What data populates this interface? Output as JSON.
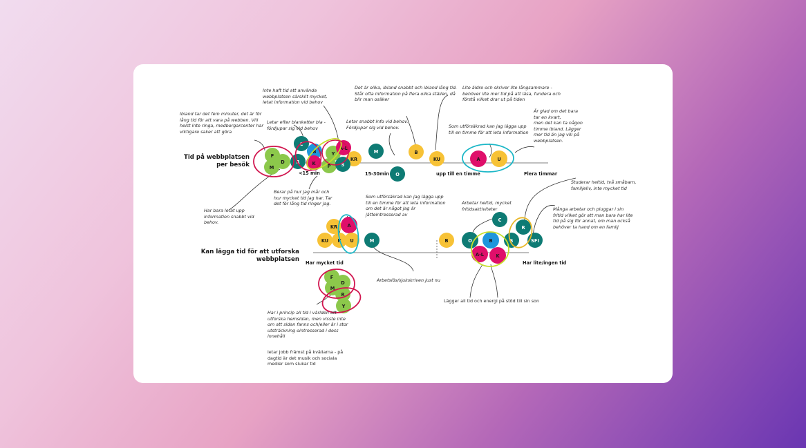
{
  "colors": {
    "green": "#8cc84b",
    "teal": "#0e7b74",
    "magenta": "#df0f6a",
    "yellow": "#f7c236",
    "blue": "#1e96dc",
    "ring_red": "#d1164f",
    "ring_lime": "#c7df2b",
    "ring_cyan": "#1cb7c7",
    "ring_gold": "#e8b82a"
  },
  "diagram": {
    "top": {
      "title": "Tid på webbplatsen\nper besök",
      "labels": {
        "lt15": "<15 min",
        "m15_30": "15-30min",
        "upp_till_timme": "upp till en timme",
        "flera_timmar": "Flera timmar"
      },
      "notes": {
        "n1": "Inte haft tid att använda\nwebbplatsen särskilt mycket,\nletat information vid behov",
        "n2": "Ibland tar det fem minuter, det är för\nlång tid för att vara på webben. Vill\nhelst inte ringa, medborgarcenter har\nviktigare saker att göra",
        "n3": "Letar efter blanketter bla -\nfördjupar sig vid behov",
        "n4": "Det är olika, ibland snabbt och ibland lång tid.\nStår ofta information på flera olika ställen, då\nblir man osäker",
        "n5": "Lite äldre och skriver lite långsammare -\nbehöver lite mer tid på att läsa, fundera och\nförstå vilket drar ut på tiden",
        "n6": "Letar snabbt info vid behov.\nFördjupar sig vid behov.",
        "n7": "Som utförsäkrad kan jag lägga upp\ntill en timme för att leta information",
        "n8": "Är glad om det bara\ntar en kvart,\nmen det kan ta någon\ntimme ibland. Lägger\nmer tid än jag vill på\nwebbplatsen.",
        "n9": "Berar på hur jag mår och\nhur mycket tid jag har. Tar\ndet för lång tid ringer jag.",
        "n10": "Har bara letat upp\ninformation snabbt vid\nbehov."
      }
    },
    "bottom": {
      "title": "Kan lägga tid för att utforska\nwebbplatsen",
      "labels": {
        "har_mycket_tid": "Har mycket tid",
        "har_lite_tid": "Har lite/ingen tid"
      },
      "notes": {
        "n1": "Som utförsäkrad kan jag lägga upp\ntill en timme för att leta information\nom det är något jag är\njätteintresserad av",
        "n2": "Arbetar heltid, mycket\nfritidsaktiviteter",
        "n3": "Studerar heltid, två småbarn,\nfamiljeliv, inte mycket tid",
        "n4": "Många arbetar och pluggar i sin\nfritid vilket gör att man bara har lite\ntid på sig för annat, om man också\nbehöver ta hand om en familj",
        "n5": "Arbetslös/sjukskriven just nu",
        "n6": "Lägger all tid och energi på stöd till sin son",
        "n7": "Har i princip all tid i världen att\nutforska hemsidan, men visste inte\nom att sidan fanns och/eller är i stor\nutsträckning ointresserad i dess\ninnehåll",
        "n8": "letar jobb främst på kvällarna - på\ndagtid är det musik och sociala\nmedier som slukar tid"
      }
    },
    "bubbles": {
      "t_F": "F",
      "t_D": "D",
      "t_M": "M",
      "t_C": "C",
      "t_B": "B",
      "t_R": "R",
      "t_K": "K",
      "t_AL": "A-L",
      "t_Y": "Y",
      "t_P": "P",
      "t_S": "S",
      "t_KR": "KR",
      "t_M2": "M",
      "t_O": "O",
      "t_B2": "B",
      "t_KU": "KU",
      "t_A": "A",
      "t_U": "U",
      "b_KR": "KR",
      "b_A": "A",
      "b_KU": "KU",
      "b_K": "K",
      "b_U": "U",
      "b_M": "M",
      "b_B": "B",
      "b_C": "C",
      "b_O": "O",
      "b_Bb": "B",
      "b_S": "S",
      "b_R": "R",
      "b_SFI": "SFI",
      "b_AL": "A-L",
      "b_K2": "K",
      "c_F": "F",
      "c_D": "D",
      "c_M": "M",
      "c_R": "R",
      "c_Y": "Y"
    }
  }
}
